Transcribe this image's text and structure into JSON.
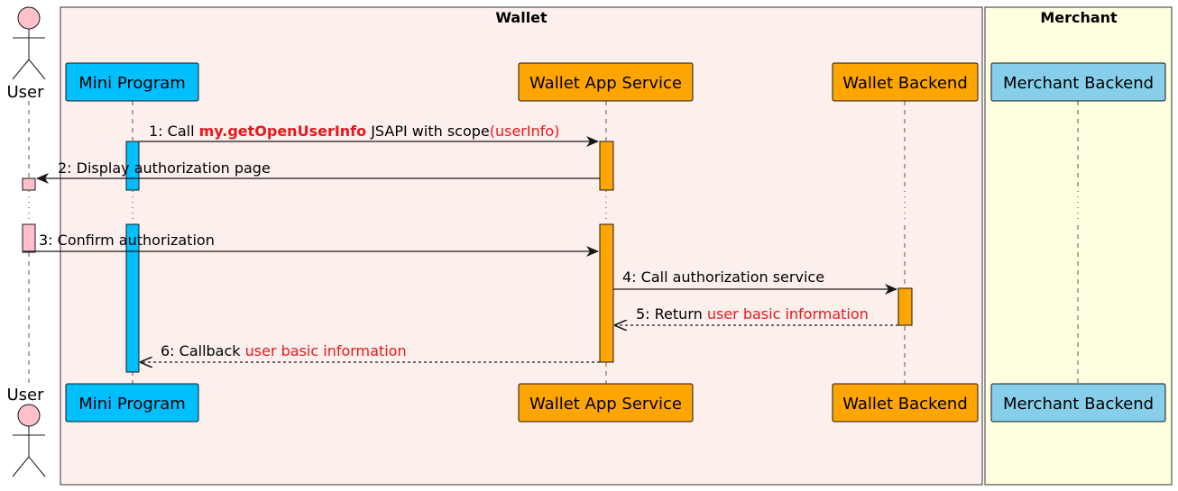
{
  "groups": {
    "wallet": {
      "title": "Wallet"
    },
    "merchant": {
      "title": "Merchant"
    }
  },
  "participants": {
    "user": {
      "label": "User"
    },
    "mini_program": {
      "label": "Mini Program"
    },
    "wallet_app_service": {
      "label": "Wallet App Service"
    },
    "wallet_backend": {
      "label": "Wallet Backend"
    },
    "merchant_backend": {
      "label": "Merchant Backend"
    }
  },
  "messages": [
    {
      "prefix": "1: Call ",
      "bold": "my.getOpenUserInfo",
      "middle": " JSAPI with scope",
      "highlight": "(userInfo)"
    },
    {
      "text": "2: Display authorization page"
    },
    {
      "text": "3: Confirm authorization"
    },
    {
      "text": "4: Call authorization service"
    },
    {
      "prefix": "5: Return ",
      "highlight": "user basic information"
    },
    {
      "prefix": "6: Callback ",
      "highlight": "user basic information"
    }
  ],
  "colors": {
    "wallet_group_bg": "#fdf0ec",
    "merchant_group_bg": "#fffee0",
    "mini_program": "#00bfff",
    "wallet": "#ffa500",
    "merchant": "#87ceeb",
    "user_actor": "#ffc0cb",
    "highlight_text": "#e8171d"
  }
}
